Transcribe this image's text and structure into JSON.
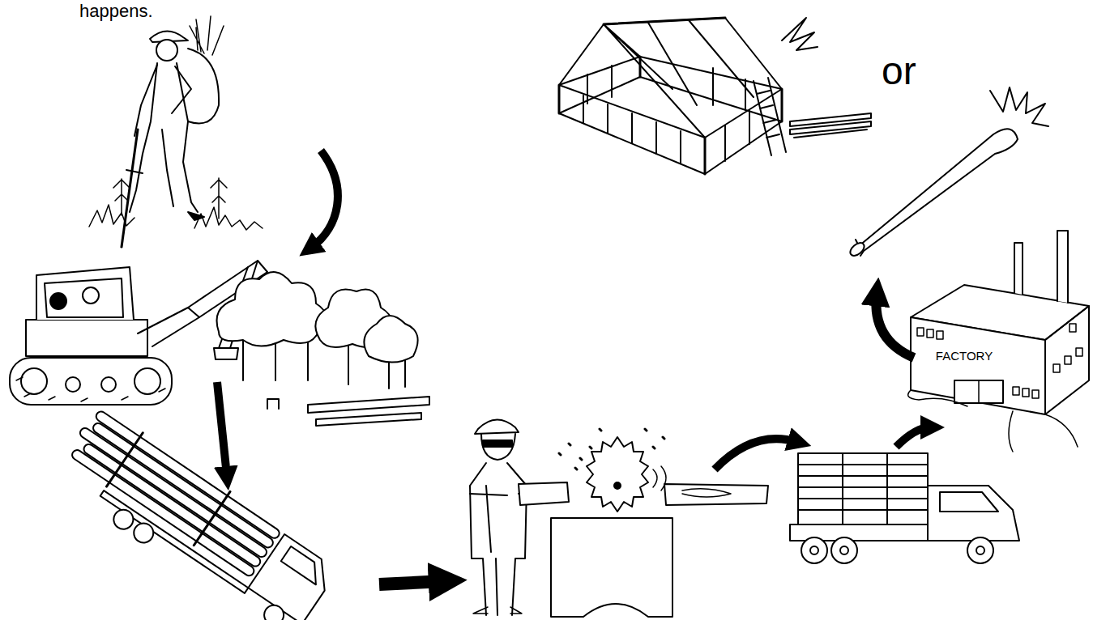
{
  "diagram": {
    "nodes": [
      {
        "text": [
          "FACTORY"
        ]
      }
    ],
    "labels": [
      "happens.",
      "or"
    ]
  }
}
